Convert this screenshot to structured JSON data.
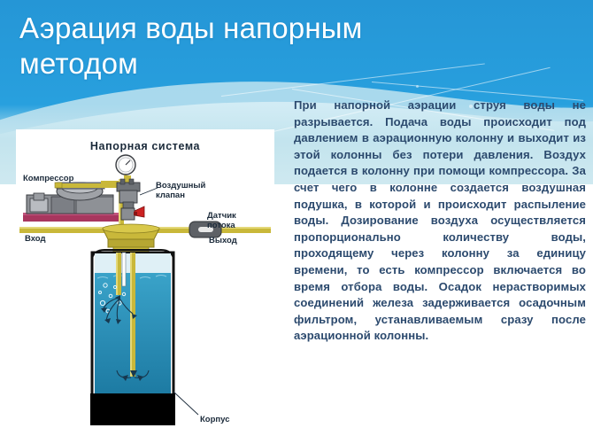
{
  "slide": {
    "title": "Аэрация воды напорным методом",
    "body_text": "При напорной аэрации струя воды не разрывается. Подача воды происходит под давлением в аэрационную колонну и выходит из этой колонны без потери давления. Воздух подается в колонну при помощи компрессора. За счет чего в колонне создается воздушная подушка, в которой и происходит распыление воды. Дозирование воздуха осуществляется пропорционально количеству воды, проходящему через колонну за единицу времени, то есть компрессор включается во время отбора воды. Осадок нерастворимых соединений железа задерживается осадочным фильтром, устанавливаемым сразу после аэрационной колонны."
  },
  "diagram": {
    "title": "Напорная система",
    "labels": {
      "compressor": "Компрессор",
      "air_valve": "Воздушный\nклапан",
      "flow_sensor": "Датчик\nпотока",
      "input": "Вход",
      "output": "Выход",
      "body": "Корпус"
    }
  },
  "colors": {
    "background_blue": "#2596d6",
    "background_pale": "#c3e4ee",
    "title_text": "#ffffff",
    "body_text": "#2c4a6e",
    "panel_background": "#ffffff",
    "pipe_yellow": "#c9b83a",
    "compressor_base": "#a8365e",
    "compressor_gray": "#8e9196",
    "water_blue": "#2a8cb4",
    "tank_base_black": "#000000",
    "valve_red": "#cc2222"
  }
}
